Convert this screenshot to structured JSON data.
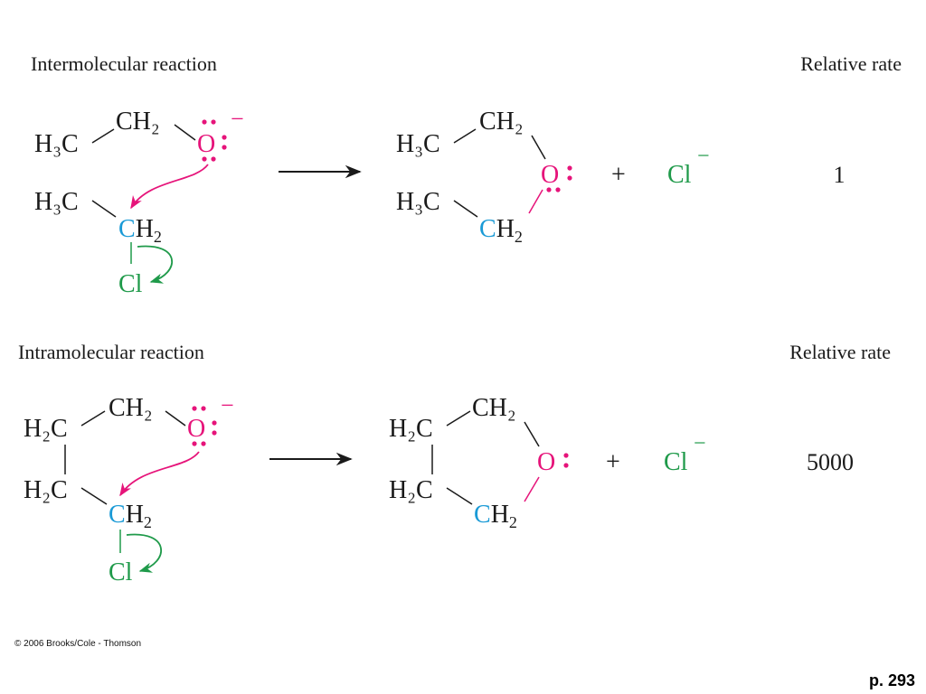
{
  "colors": {
    "oxygen": "#e6147a",
    "carbon_blue": "#1a9ad6",
    "chlorine": "#1f9a4a",
    "text": "#1a1a1a"
  },
  "sections": [
    {
      "heading": "Intermolecular reaction",
      "rate_label": "Relative rate",
      "rate_value": "1"
    },
    {
      "heading": "Intramolecular reaction",
      "rate_label": "Relative rate",
      "rate_value": "5000"
    }
  ],
  "atoms": {
    "h3c": "H₃C",
    "h2c": "H₂C",
    "ch2": "CH₂",
    "o": "O",
    "cl": "Cl",
    "plus": "+",
    "minus": "−"
  },
  "footer": {
    "copyright": "© 2006 Brooks/Cole - Thomson",
    "page": "p. 293"
  }
}
